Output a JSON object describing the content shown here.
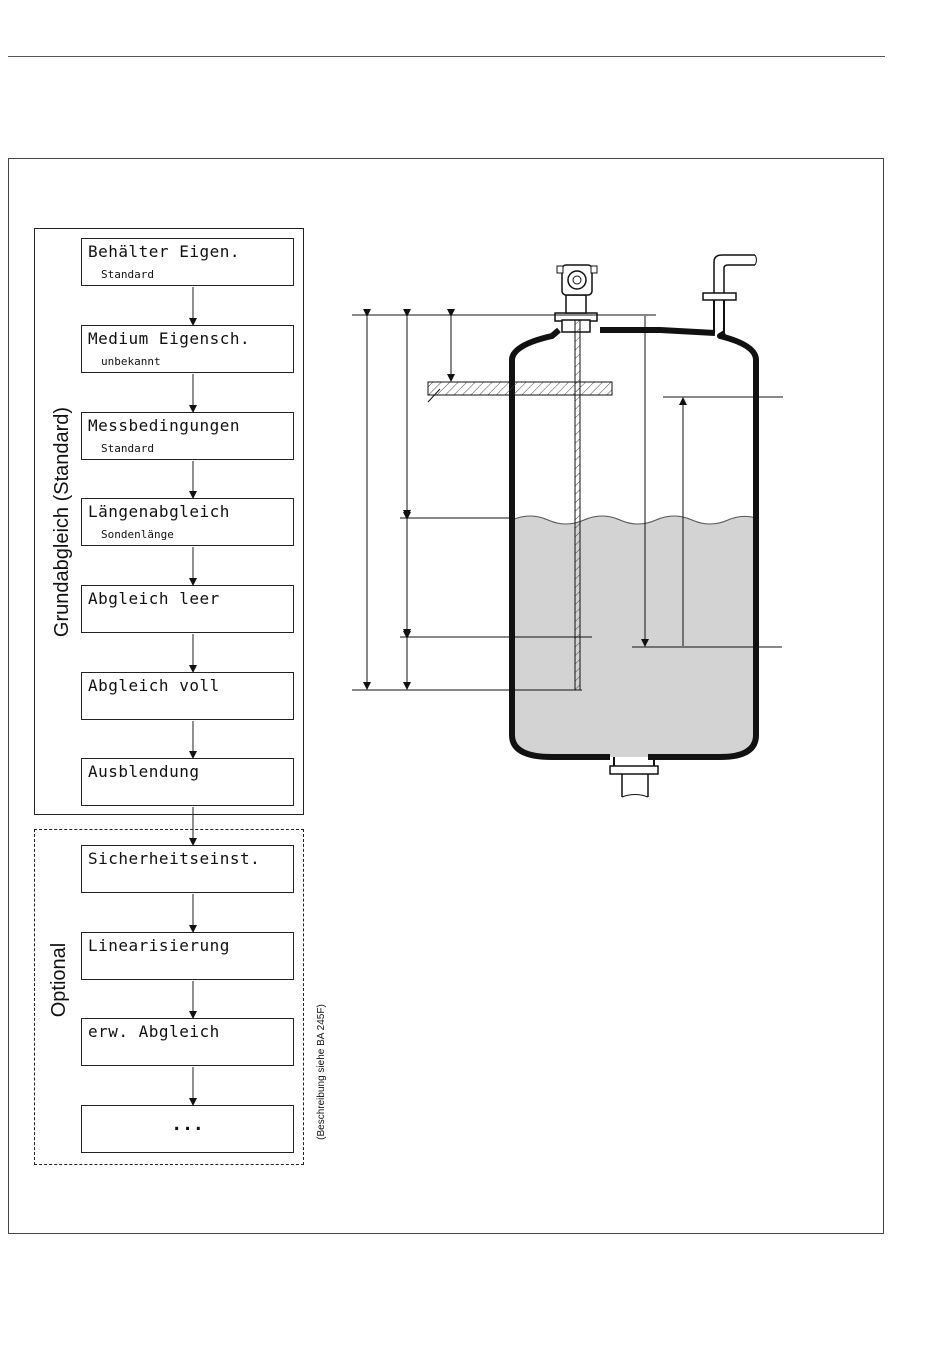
{
  "groups": {
    "standard_label": "Grundabgleich (Standard)",
    "optional_label": "Optional",
    "note": "(Beschreibung siehe BA 245F)"
  },
  "flow": [
    {
      "main": "Behälter Eigen.",
      "sub": "Standard"
    },
    {
      "main": "Medium Eigensch.",
      "sub": "unbekannt"
    },
    {
      "main": "Messbedingungen",
      "sub": "Standard"
    },
    {
      "main": "Längenabgleich",
      "sub": "Sondenlänge"
    },
    {
      "main": "Abgleich leer",
      "sub": ""
    },
    {
      "main": "Abgleich voll",
      "sub": ""
    },
    {
      "main": "Ausblendung",
      "sub": ""
    },
    {
      "main": "Sicherheitseinst.",
      "sub": ""
    },
    {
      "main": "Linearisierung",
      "sub": ""
    },
    {
      "main": "erw. Abgleich",
      "sub": ""
    },
    {
      "main": "...",
      "sub": ""
    }
  ]
}
